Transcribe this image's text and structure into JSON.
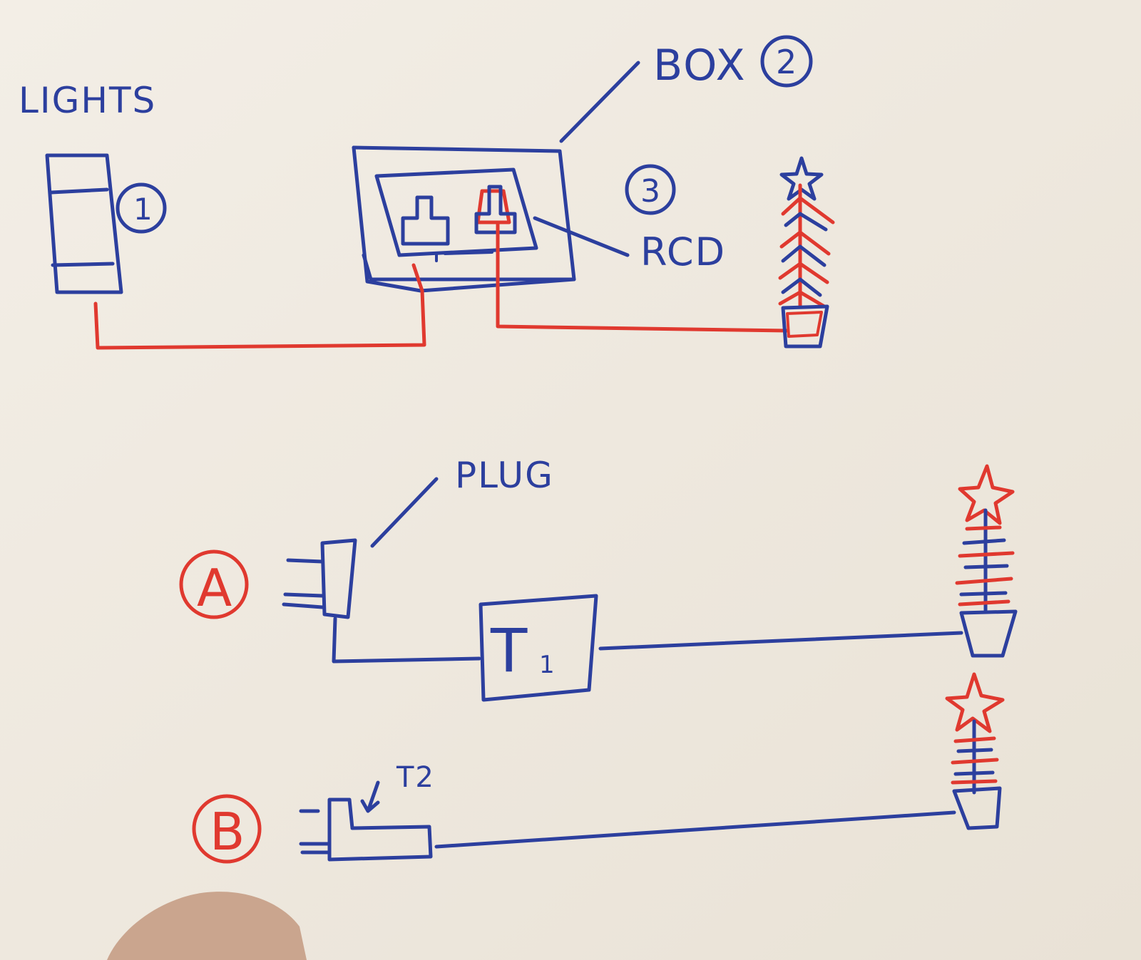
{
  "labels": {
    "lights": "LIGHTS",
    "box": "BOX",
    "box_number": "2",
    "lights_number": "1",
    "rcd_number": "3",
    "rcd": "RCD",
    "plug": "PLUG",
    "option_a": "A",
    "option_b": "B",
    "transformer_1_main": "T",
    "transformer_1_sub": "1",
    "transformer_2": "T2"
  },
  "colors": {
    "ink_blue": "#2c3f9e",
    "ink_red": "#e0392f",
    "paper": "#efe9df"
  }
}
